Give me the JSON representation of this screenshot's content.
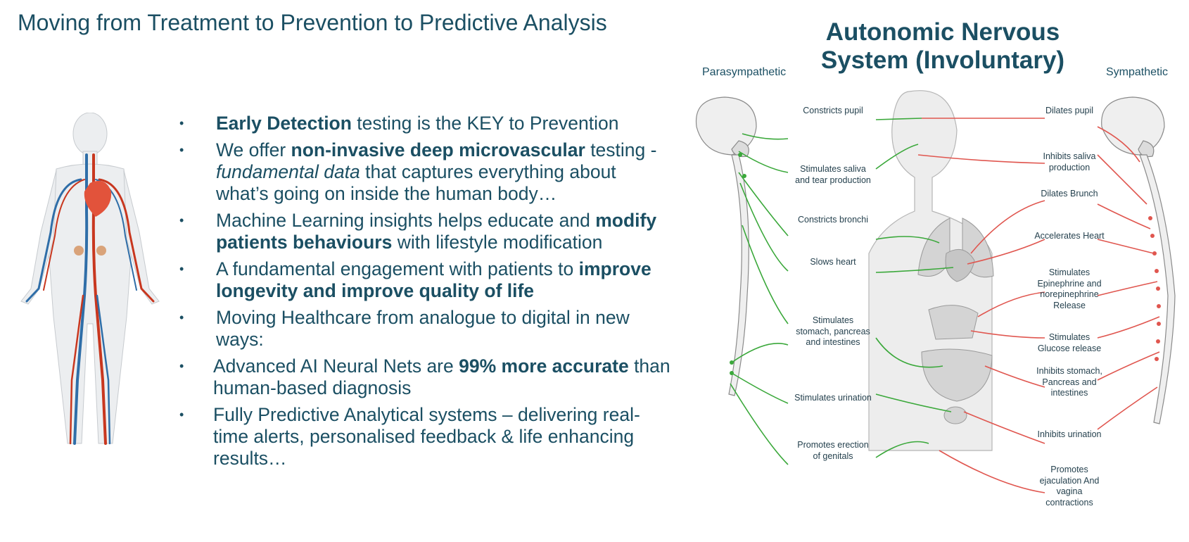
{
  "slide": {
    "title": "Moving from Treatment to Prevention to Predictive Analysis",
    "bullet_marker": "•",
    "bullets": [
      {
        "parts": [
          {
            "b": "Early Detection"
          },
          {
            "t": " testing is the KEY to Prevention"
          }
        ]
      },
      {
        "parts": [
          {
            "t": "We offer "
          },
          {
            "b": "non-invasive deep microvascular"
          },
          {
            "t": " testing - "
          },
          {
            "i": "fundamental data"
          },
          {
            "t": " that captures everything about what’s going on inside the human body…"
          }
        ]
      },
      {
        "parts": [
          {
            "t": "Machine Learning insights helps educate and "
          },
          {
            "b": "modify patients behaviours"
          },
          {
            "t": " with lifestyle modification"
          }
        ]
      },
      {
        "parts": [
          {
            "t": "A fundamental engagement with patients to "
          },
          {
            "b": "improve longevity and improve quality of life"
          }
        ]
      },
      {
        "parts": [
          {
            "t": "Moving Healthcare from analogue to digital in new ways:"
          }
        ]
      },
      {
        "parts": [
          {
            "t": "Advanced AI Neural Nets are "
          },
          {
            "b": "99% more accurate"
          },
          {
            "t": " than human-based diagnosis"
          }
        ]
      },
      {
        "parts": [
          {
            "t": "Fully Predictive Analytical systems – delivering real-time alerts, personalised feedback & life enhancing results…"
          }
        ]
      }
    ]
  },
  "diagram": {
    "title_line1": "Autonomic Nervous",
    "title_line2": "System (Involuntary)",
    "parasympathetic_label": "Parasympathetic",
    "sympathetic_label": "Sympathetic",
    "parasympathetic_effects": [
      "Constricts pupil",
      "Stimulates saliva and tear production",
      "Constricts bronchi",
      "Slows heart",
      "Stimulates stomach, pancreas and intestines",
      "Stimulates urination",
      "Promotes erection of genitals"
    ],
    "sympathetic_effects": [
      "Dilates pupil",
      "Inhibits saliva production",
      "Dilates Brunch",
      "Accelerates Heart",
      "Stimulates Epinephrine and norepinephrine Release",
      "Stimulates Glucose release",
      "Inhibits stomach, Pancreas and intestines",
      "Inhibits urination",
      "Promotes ejaculation And vagina contractions"
    ]
  },
  "colors": {
    "text": "#1b4f63",
    "artery": "#c8371f",
    "vein": "#2f6ea8",
    "parasympathetic": "#3aa83a",
    "sympathetic": "#e0564f"
  }
}
